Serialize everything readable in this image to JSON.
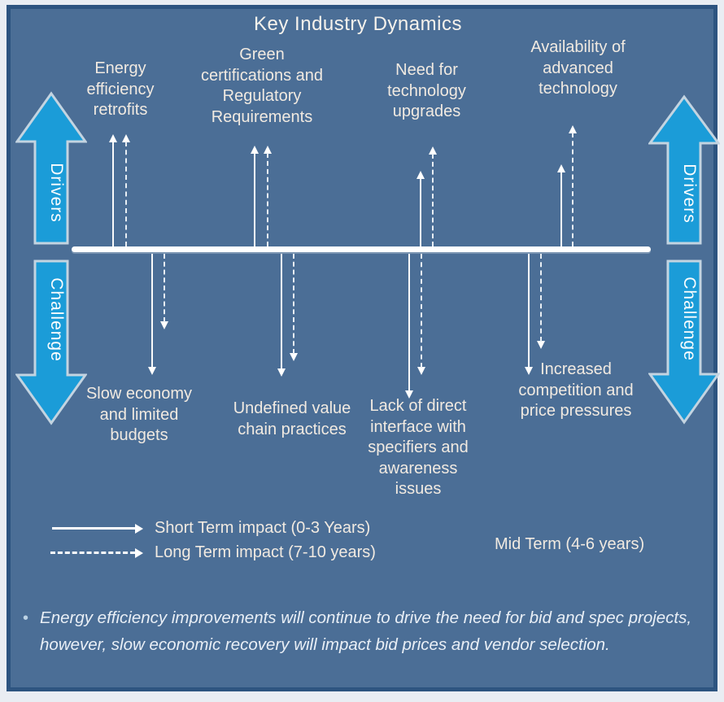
{
  "title": "Key Industry Dynamics",
  "side_arrows": {
    "left_up": "Drivers",
    "left_down": "Challenge",
    "right_up": "Drivers",
    "right_down": "Challenge"
  },
  "drivers": [
    {
      "label": "Energy efficiency retrofits",
      "impacts": [
        "short-term",
        "long-term"
      ]
    },
    {
      "label": "Green certifications and Regulatory Requirements",
      "impacts": [
        "short-term",
        "long-term"
      ]
    },
    {
      "label": "Need for technology upgrades",
      "impacts": [
        "short-term",
        "long-term"
      ]
    },
    {
      "label": "Availability of advanced technology",
      "impacts": [
        "short-term",
        "long-term"
      ]
    }
  ],
  "challenges": [
    {
      "label": "Slow economy and limited budgets",
      "impacts": [
        "short-term",
        "long-term"
      ]
    },
    {
      "label": "Undefined value chain practices",
      "impacts": [
        "short-term",
        "long-term"
      ]
    },
    {
      "label": "Lack of direct interface with specifiers and awareness issues",
      "impacts": [
        "short-term",
        "long-term"
      ]
    },
    {
      "label": "Increased competition and price pressures",
      "impacts": [
        "short-term",
        "long-term"
      ]
    }
  ],
  "legend": {
    "short_term": "Short Term impact (0-3 Years)",
    "long_term": "Long Term impact (7-10 years)",
    "mid_term": "Mid Term (4-6 years)"
  },
  "footnote_bullet": "•",
  "footnote": "Energy efficiency  improvements  will continue to drive  the need for bid and spec projects, however, slow economic recovery will impact bid prices and vendor selection.",
  "colors": {
    "background": "#4B6E96",
    "panel_border": "#2D5480",
    "block_arrow_fill": "#1B9CD8",
    "block_arrow_border": "#C3D4E1",
    "axis_line": "#FFFFFF",
    "label_text": "#F1EAE1"
  }
}
